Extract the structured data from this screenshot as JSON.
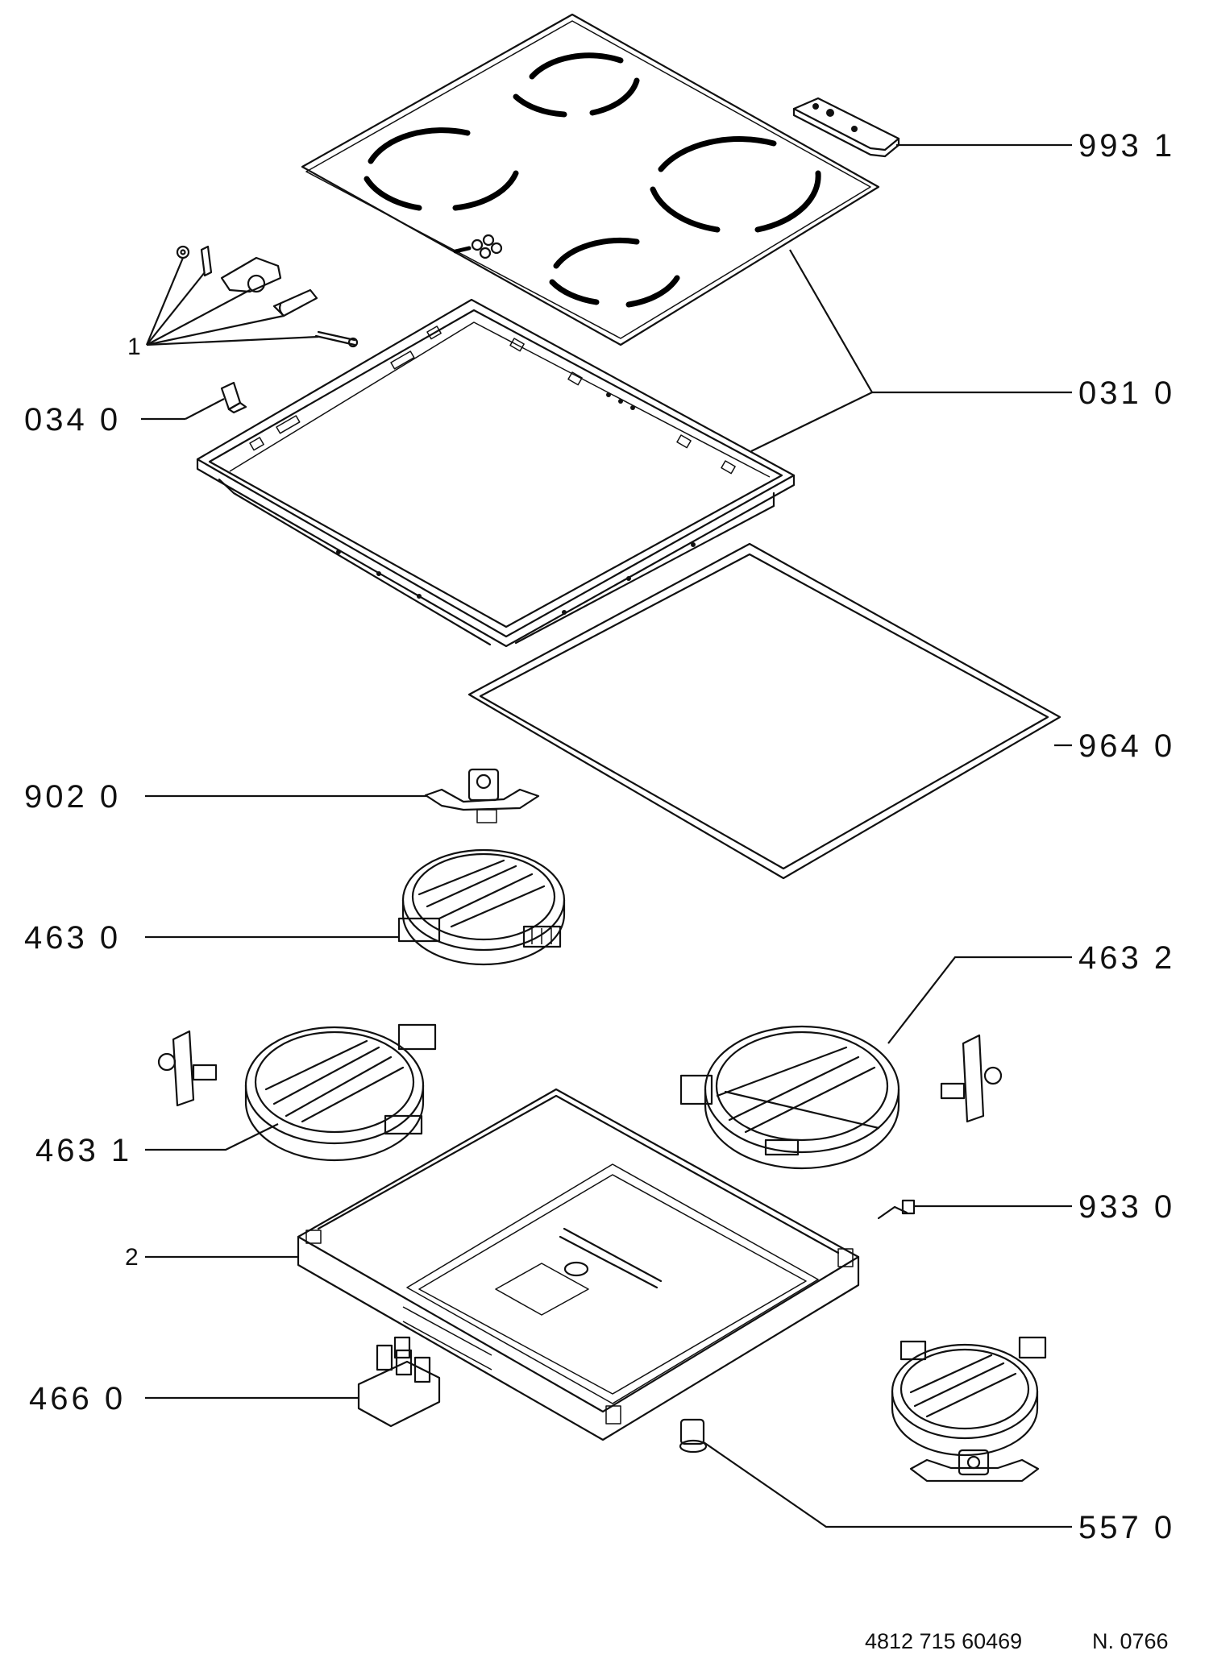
{
  "callouts": {
    "c_993_1": "993  1",
    "c_031_0": "031  0",
    "c_034_0": "034  0",
    "c_1": "1",
    "c_964_0": "964  0",
    "c_902_0": "902  0",
    "c_463_0": "463  0",
    "c_463_2": "463  2",
    "c_463_1": "463  1",
    "c_933_0": "933  0",
    "c_2": "2",
    "c_466_0": "466  0",
    "c_557_0": "557  0"
  },
  "footer": {
    "doc_number": "4812 715 60469",
    "revision": "N. 0766"
  }
}
